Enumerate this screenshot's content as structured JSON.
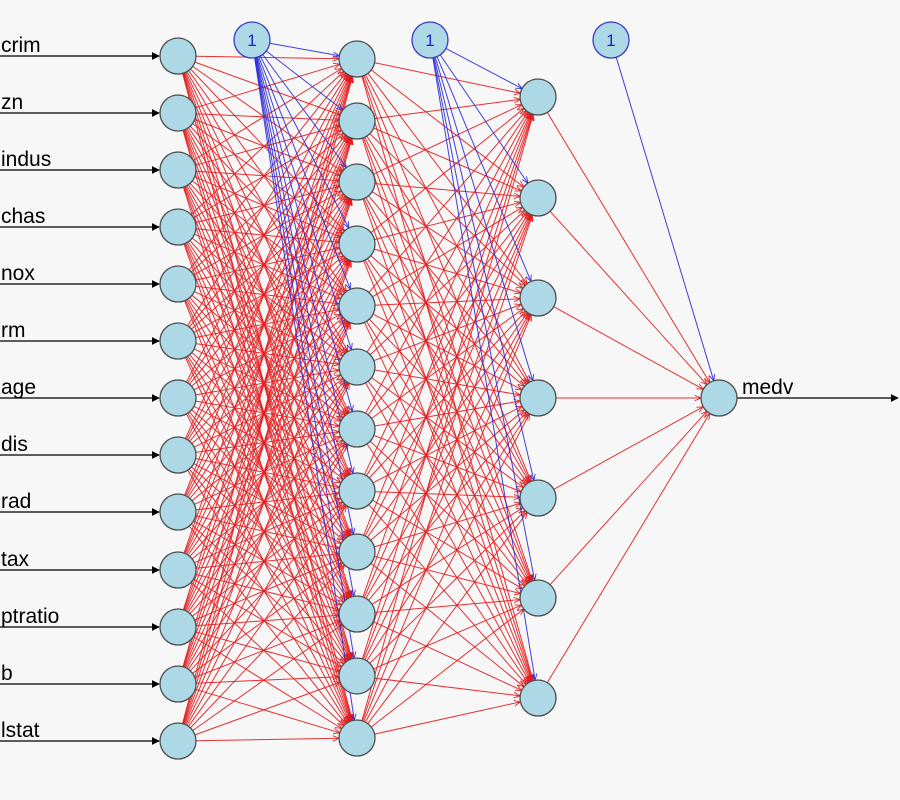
{
  "diagram": {
    "input_labels": [
      "crim",
      "zn",
      "indus",
      "chas",
      "nox",
      "rm",
      "age",
      "dis",
      "rad",
      "tax",
      "ptratio",
      "b",
      "lstat"
    ],
    "output_label": "medv",
    "bias_label": "1",
    "layer_sizes": [
      13,
      12,
      7,
      1
    ],
    "colors": {
      "positive_weight": "#e41a1c",
      "bias_weight": "#2b2bd6",
      "node_fill": "#add8e6",
      "background": "#f7f7f7"
    }
  }
}
